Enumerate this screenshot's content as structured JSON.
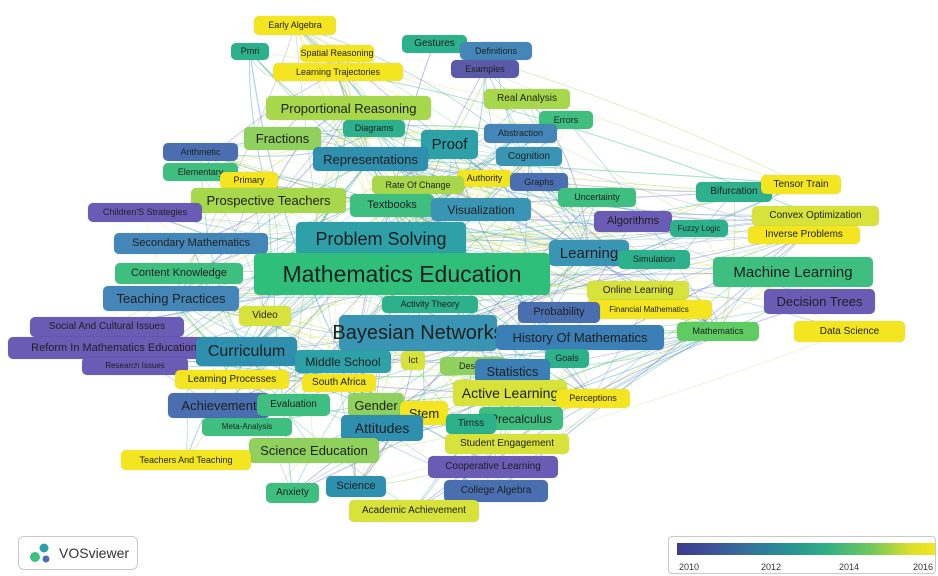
{
  "branding": {
    "name": "VOSviewer"
  },
  "colors": {
    "scale": [
      "#3e3a8c",
      "#3a5f9c",
      "#2a8a98",
      "#2eaf84",
      "#76c95a",
      "#d7df2b",
      "#f6e61f"
    ],
    "edge_palette": [
      "#7a78c8",
      "#4c9fc7",
      "#3fbf8a",
      "#a7d65a",
      "#e6e06a"
    ]
  },
  "legend": {
    "ticks": [
      "2010",
      "2012",
      "2014",
      "2016"
    ]
  },
  "nodes": [
    {
      "label": "Early Algebra",
      "color": "#f3e51f"
    },
    {
      "label": "Pmri",
      "color": "#2db08c"
    },
    {
      "label": "Spatial Reasoning",
      "color": "#f3e51f"
    },
    {
      "label": "Gestures",
      "color": "#2db08c"
    },
    {
      "label": "Definitions",
      "color": "#4486b8"
    },
    {
      "label": "Learning Trajectories",
      "color": "#f3e51f"
    },
    {
      "label": "Examples",
      "color": "#5a5aa8"
    },
    {
      "label": "Real Analysis",
      "color": "#a7d84b"
    },
    {
      "label": "Proportional Reasoning",
      "color": "#a7d84b"
    },
    {
      "label": "Errors",
      "color": "#3fbf7f"
    },
    {
      "label": "Diagrams",
      "color": "#2db08c"
    },
    {
      "label": "Abstraction",
      "color": "#4486b8"
    },
    {
      "label": "Fractions",
      "color": "#8fd15c"
    },
    {
      "label": "Proof",
      "color": "#2da0a8"
    },
    {
      "label": "Arithmetic",
      "color": "#4a6fb0"
    },
    {
      "label": "Representations",
      "color": "#2f8fae"
    },
    {
      "label": "Cognition",
      "color": "#3a95b5"
    },
    {
      "label": "Elementary",
      "color": "#3fbf7f"
    },
    {
      "label": "Primary",
      "color": "#f3e51f"
    },
    {
      "label": "Authority",
      "color": "#f3e51f"
    },
    {
      "label": "Rate Of Change",
      "color": "#a7d84b"
    },
    {
      "label": "Graphs",
      "color": "#4a6fb0"
    },
    {
      "label": "Uncertainty",
      "color": "#3fbf7f"
    },
    {
      "label": "Bifurcation",
      "color": "#2db08c"
    },
    {
      "label": "Tensor Train",
      "color": "#f3e51f"
    },
    {
      "label": "Prospective Teachers",
      "color": "#a7d84b"
    },
    {
      "label": "Textbooks",
      "color": "#3fbf7f"
    },
    {
      "label": "Visualization",
      "color": "#3a95b5"
    },
    {
      "label": "Children'S Strategies",
      "color": "#6a5bb5"
    },
    {
      "label": "Algorithms",
      "color": "#6a5bb5"
    },
    {
      "label": "Fuzzy Logic",
      "color": "#2db08c"
    },
    {
      "label": "Convex Optimization",
      "color": "#d7e23a"
    },
    {
      "label": "Inverse Problems",
      "color": "#f3e51f"
    },
    {
      "label": "Problem Solving",
      "color": "#2da0a8"
    },
    {
      "label": "Secondary Mathematics",
      "color": "#4486b8"
    },
    {
      "label": "Learning",
      "color": "#3a95b5"
    },
    {
      "label": "Simulation",
      "color": "#2db08c"
    },
    {
      "label": "Content Knowledge",
      "color": "#3fbf7f"
    },
    {
      "label": "Mathematics Education",
      "color": "#2fbf7a"
    },
    {
      "label": "Machine Learning",
      "color": "#3fbf7f"
    },
    {
      "label": "Online Learning",
      "color": "#d7e23a"
    },
    {
      "label": "Teaching Practices",
      "color": "#4486b8"
    },
    {
      "label": "Decision Trees",
      "color": "#6a5bb5"
    },
    {
      "label": "Activity Theory",
      "color": "#2db08c"
    },
    {
      "label": "Financial Mathematics",
      "color": "#f3e51f"
    },
    {
      "label": "Probability",
      "color": "#4a6fb0"
    },
    {
      "label": "Video",
      "color": "#d7e23a"
    },
    {
      "label": "Social And Cultural Issues",
      "color": "#6a5bb5"
    },
    {
      "label": "Mathematics",
      "color": "#5fcc63"
    },
    {
      "label": "Data Science",
      "color": "#f3e51f"
    },
    {
      "label": "Bayesian Networks",
      "color": "#3a95b5"
    },
    {
      "label": "History Of Mathematics",
      "color": "#3a7fb5"
    },
    {
      "label": "Reform In Mathematics Education",
      "color": "#6a5bb5"
    },
    {
      "label": "Curriculum",
      "color": "#2f8fae"
    },
    {
      "label": "Middle School",
      "color": "#2da0a8"
    },
    {
      "label": "Goals",
      "color": "#2db08c"
    },
    {
      "label": "Research Issues",
      "color": "#6a5bb5"
    },
    {
      "label": "Ict",
      "color": "#d7e23a"
    },
    {
      "label": "Design",
      "color": "#8fd15c"
    },
    {
      "label": "Statistics",
      "color": "#3a7fb5"
    },
    {
      "label": "Learning Processes",
      "color": "#f3e51f"
    },
    {
      "label": "South Africa",
      "color": "#f3e51f"
    },
    {
      "label": "Active Learning",
      "color": "#d7e23a"
    },
    {
      "label": "Perceptions",
      "color": "#f3e51f"
    },
    {
      "label": "Achievement",
      "color": "#4a6fb0"
    },
    {
      "label": "Evaluation",
      "color": "#3fbf7f"
    },
    {
      "label": "Gender",
      "color": "#8fd15c"
    },
    {
      "label": "Stem",
      "color": "#f3e51f"
    },
    {
      "label": "Precalculus",
      "color": "#3fbf7f"
    },
    {
      "label": "Meta-Analysis",
      "color": "#3fbf7f"
    },
    {
      "label": "Attitudes",
      "color": "#2f8fae"
    },
    {
      "label": "Timss",
      "color": "#2db08c"
    },
    {
      "label": "Student Engagement",
      "color": "#d7e23a"
    },
    {
      "label": "Science Education",
      "color": "#8fd15c"
    },
    {
      "label": "Teachers And Teaching",
      "color": "#f3e51f"
    },
    {
      "label": "Cooperative Learning",
      "color": "#6a5bb5"
    },
    {
      "label": "Anxiety",
      "color": "#3fbf7f"
    },
    {
      "label": "Science",
      "color": "#2f8fae"
    },
    {
      "label": "College Algebra",
      "color": "#4a6fb0"
    },
    {
      "label": "Academic Achievement",
      "color": "#d7e23a"
    }
  ]
}
